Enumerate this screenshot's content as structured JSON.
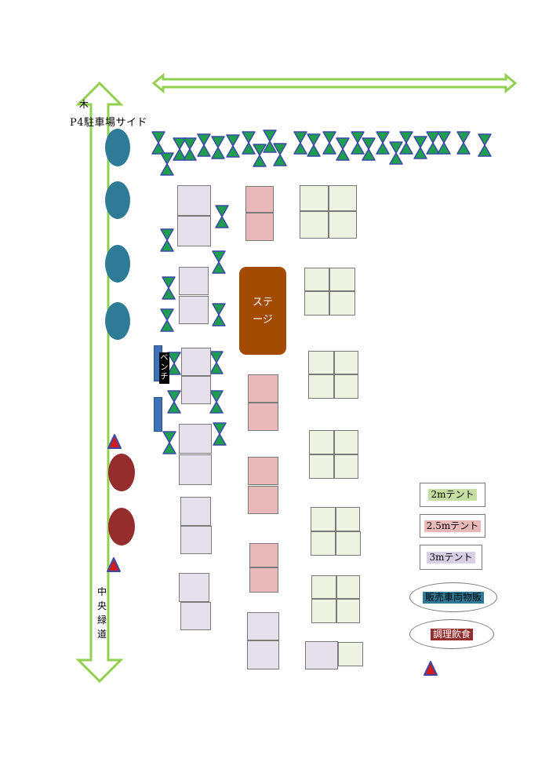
{
  "labels": {
    "north_mark": "木",
    "parking_side": "P4駐車場サイド",
    "stage": "ステージ",
    "bench": "ベンチ",
    "central_path_chars": [
      "中",
      "央",
      "緑",
      "道"
    ]
  },
  "legend": {
    "tent_2m": "2mテント",
    "tent_25m": "2.5mテント",
    "tent_3m": "3mテント",
    "vehicle_sales": "販売車両物販",
    "cooking_food": "調理飲食"
  },
  "colors": {
    "tent_2m": "#eef2e1",
    "tent_25m": "#e9b8b8",
    "tent_3m": "#e6e0ec",
    "stage": "#a34a03",
    "vehicle_sales": "#2e7b98",
    "cooking_food": "#952d2d",
    "arrow": "#92d050",
    "hourglass_fill": "#1f9e4f",
    "hourglass_edge": "#3b4aa8",
    "marker": "#cc1e1e"
  },
  "icons": {
    "hourglass": "hourglass-icon",
    "triangle_marker": "triangle-marker-icon"
  }
}
